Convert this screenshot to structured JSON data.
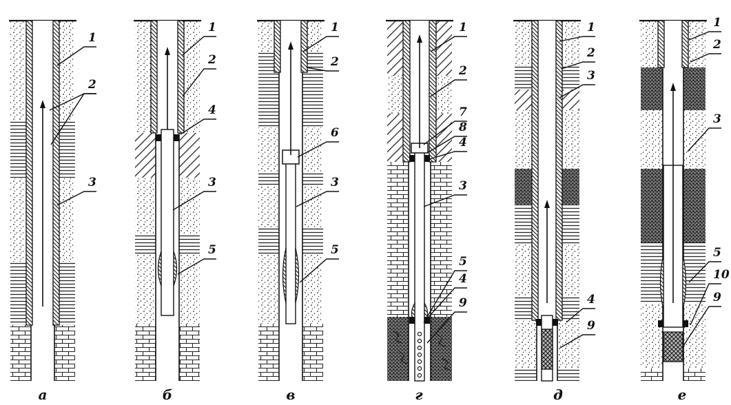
{
  "wells": [
    {
      "id": "a",
      "caption": "а",
      "labels": [
        "1",
        "2",
        "3"
      ]
    },
    {
      "id": "b",
      "caption": "б",
      "labels": [
        "1",
        "2",
        "4",
        "3",
        "5"
      ]
    },
    {
      "id": "v",
      "caption": "в",
      "labels": [
        "1",
        "2",
        "6",
        "3",
        "5"
      ]
    },
    {
      "id": "g",
      "caption": "г",
      "labels": [
        "1",
        "2",
        "7",
        "8",
        "4",
        "3",
        "5",
        "4",
        "9"
      ]
    },
    {
      "id": "d",
      "caption": "д",
      "labels": [
        "1",
        "2",
        "3",
        "4",
        "9"
      ]
    },
    {
      "id": "e",
      "caption": "е",
      "labels": [
        "1",
        "2",
        "3",
        "5",
        "10",
        "9"
      ]
    }
  ]
}
